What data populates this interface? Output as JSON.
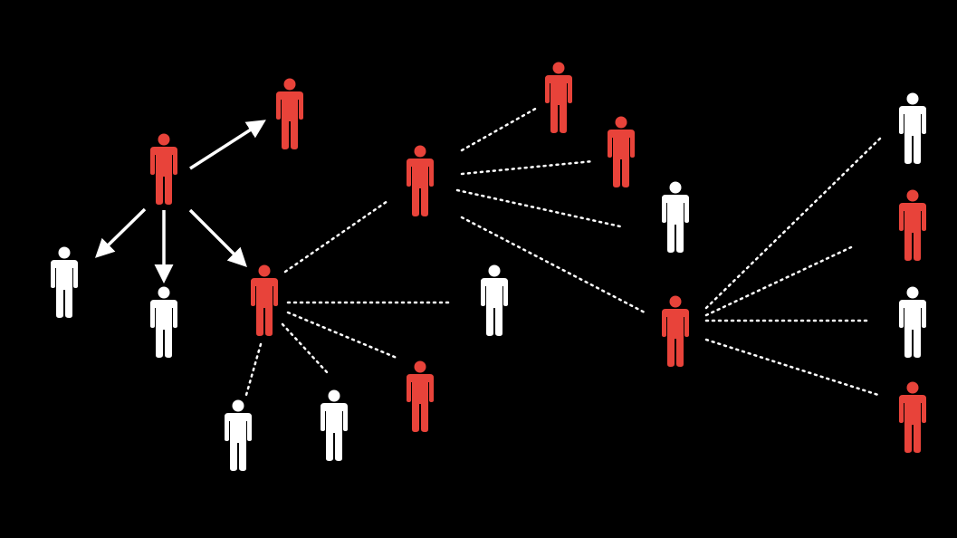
{
  "colors": {
    "infected": "#e8433a",
    "healthy": "#ffffff",
    "background": "#000000",
    "link": "#ffffff"
  },
  "nodes": [
    {
      "id": "p1",
      "state": "infected"
    },
    {
      "id": "p2",
      "state": "infected"
    },
    {
      "id": "p3",
      "state": "healthy"
    },
    {
      "id": "p4",
      "state": "healthy"
    },
    {
      "id": "p5",
      "state": "infected"
    },
    {
      "id": "p6",
      "state": "infected"
    },
    {
      "id": "p7",
      "state": "infected"
    },
    {
      "id": "p8",
      "state": "infected"
    },
    {
      "id": "p9",
      "state": "healthy"
    },
    {
      "id": "p10",
      "state": "healthy"
    },
    {
      "id": "p11",
      "state": "infected"
    },
    {
      "id": "p12",
      "state": "healthy"
    },
    {
      "id": "p13",
      "state": "healthy"
    },
    {
      "id": "p14",
      "state": "infected"
    },
    {
      "id": "p15",
      "state": "healthy"
    },
    {
      "id": "p16",
      "state": "infected"
    },
    {
      "id": "p17",
      "state": "healthy"
    },
    {
      "id": "p18",
      "state": "infected"
    }
  ]
}
